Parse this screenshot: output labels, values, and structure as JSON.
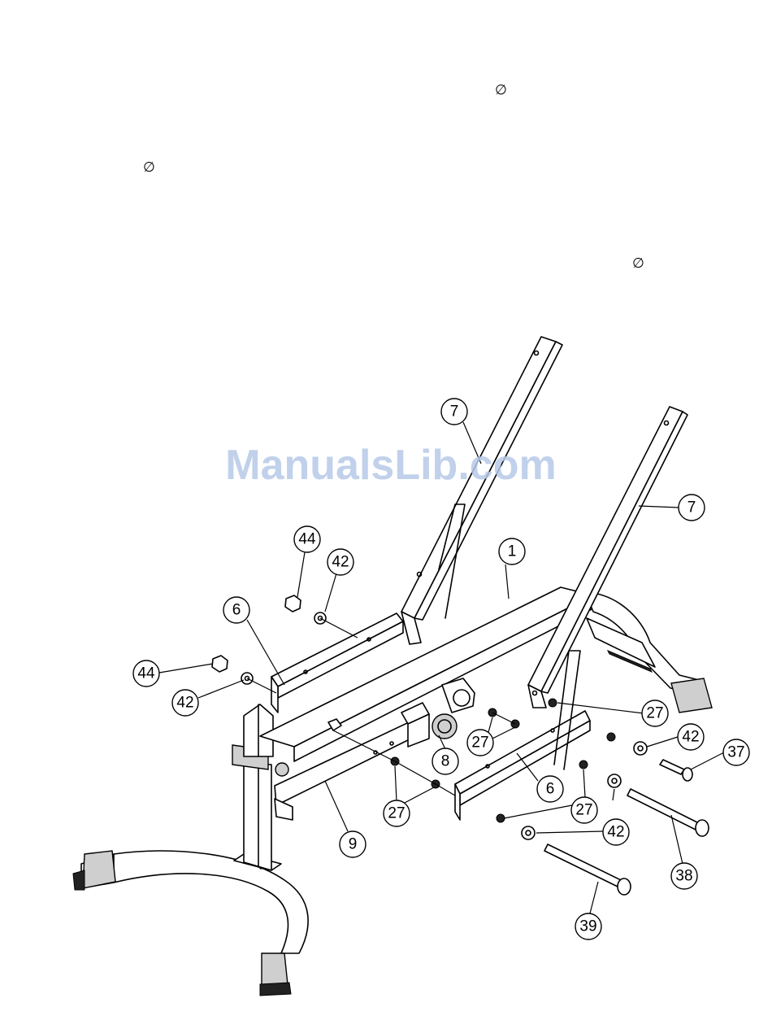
{
  "symbols": {
    "diameter": "∅"
  },
  "watermark": "ManualsLib.com",
  "callouts": [
    {
      "id": "c7a",
      "label": "7"
    },
    {
      "id": "c7b",
      "label": "7"
    },
    {
      "id": "c1",
      "label": "1"
    },
    {
      "id": "c44a",
      "label": "44"
    },
    {
      "id": "c42a",
      "label": "42"
    },
    {
      "id": "c6a",
      "label": "6"
    },
    {
      "id": "c44b",
      "label": "44"
    },
    {
      "id": "c42b",
      "label": "42"
    },
    {
      "id": "c27a",
      "label": "27"
    },
    {
      "id": "c42c",
      "label": "42"
    },
    {
      "id": "c37",
      "label": "37"
    },
    {
      "id": "c27b",
      "label": "27"
    },
    {
      "id": "c8",
      "label": "8"
    },
    {
      "id": "c6b",
      "label": "6"
    },
    {
      "id": "c27c",
      "label": "27"
    },
    {
      "id": "c42d",
      "label": "42"
    },
    {
      "id": "c27d",
      "label": "27"
    },
    {
      "id": "c9",
      "label": "9"
    },
    {
      "id": "c38",
      "label": "38"
    },
    {
      "id": "c39",
      "label": "39"
    }
  ]
}
